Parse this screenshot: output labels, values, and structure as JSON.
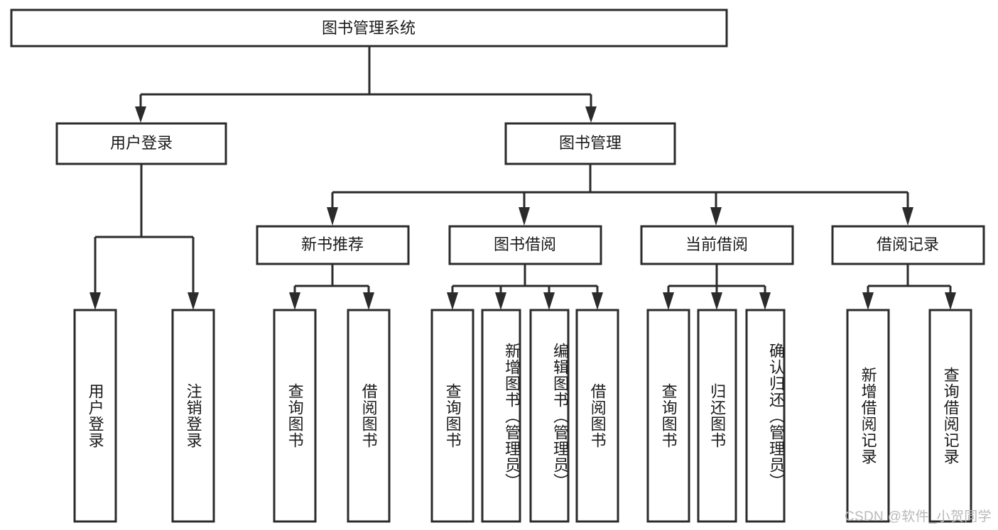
{
  "diagram": {
    "type": "tree-hierarchy-flowchart",
    "title": "图书管理系统",
    "watermark": "CSDN @软件_小贺同学",
    "colors": {
      "stroke": "#2b2b2b",
      "fill": "#ffffff",
      "text": "#1a1a1a",
      "watermark": "#b9b9b9",
      "background": "#ffffff"
    },
    "levels": [
      {
        "level": 1,
        "nodes": [
          {
            "id": "root",
            "label": "图书管理系统",
            "orientation": "horizontal"
          }
        ]
      },
      {
        "level": 2,
        "nodes": [
          {
            "id": "user-login",
            "label": "用户登录",
            "orientation": "horizontal",
            "parent": "root"
          },
          {
            "id": "book-manage",
            "label": "图书管理",
            "orientation": "horizontal",
            "parent": "root"
          }
        ]
      },
      {
        "level": 3,
        "nodes": [
          {
            "id": "new-book-rec",
            "label": "新书推荐",
            "orientation": "horizontal",
            "parent": "book-manage"
          },
          {
            "id": "book-borrow",
            "label": "图书借阅",
            "orientation": "horizontal",
            "parent": "book-manage"
          },
          {
            "id": "current-borrow",
            "label": "当前借阅",
            "orientation": "horizontal",
            "parent": "book-manage"
          },
          {
            "id": "borrow-record",
            "label": "借阅记录",
            "orientation": "horizontal",
            "parent": "book-manage"
          }
        ]
      },
      {
        "level": 4,
        "nodes": [
          {
            "id": "leaf-user-login",
            "label": "用户登录",
            "orientation": "vertical",
            "parent": "user-login"
          },
          {
            "id": "leaf-logout",
            "label": "注销登录",
            "orientation": "vertical",
            "parent": "user-login"
          },
          {
            "id": "leaf-query-book-1",
            "label": "查询图书",
            "orientation": "vertical",
            "parent": "new-book-rec"
          },
          {
            "id": "leaf-borrow-book-1",
            "label": "借阅图书",
            "orientation": "vertical",
            "parent": "new-book-rec"
          },
          {
            "id": "leaf-query-book-2",
            "label": "查询图书",
            "orientation": "vertical",
            "parent": "book-borrow"
          },
          {
            "id": "leaf-add-book",
            "label": "新增图书（管理员）",
            "orientation": "vertical",
            "parent": "book-borrow"
          },
          {
            "id": "leaf-edit-book",
            "label": "编辑图书（管理员）",
            "orientation": "vertical",
            "parent": "book-borrow"
          },
          {
            "id": "leaf-borrow-book-2",
            "label": "借阅图书",
            "orientation": "vertical",
            "parent": "book-borrow"
          },
          {
            "id": "leaf-query-book-3",
            "label": "查询图书",
            "orientation": "vertical",
            "parent": "current-borrow"
          },
          {
            "id": "leaf-return-book",
            "label": "归还图书",
            "orientation": "vertical",
            "parent": "current-borrow"
          },
          {
            "id": "leaf-confirm-return",
            "label": "确认归还（管理员）",
            "orientation": "vertical",
            "parent": "current-borrow"
          },
          {
            "id": "leaf-add-record",
            "label": "新增借阅记录",
            "orientation": "vertical",
            "parent": "borrow-record"
          },
          {
            "id": "leaf-query-record",
            "label": "查询借阅记录",
            "orientation": "vertical",
            "parent": "borrow-record"
          }
        ]
      }
    ]
  }
}
